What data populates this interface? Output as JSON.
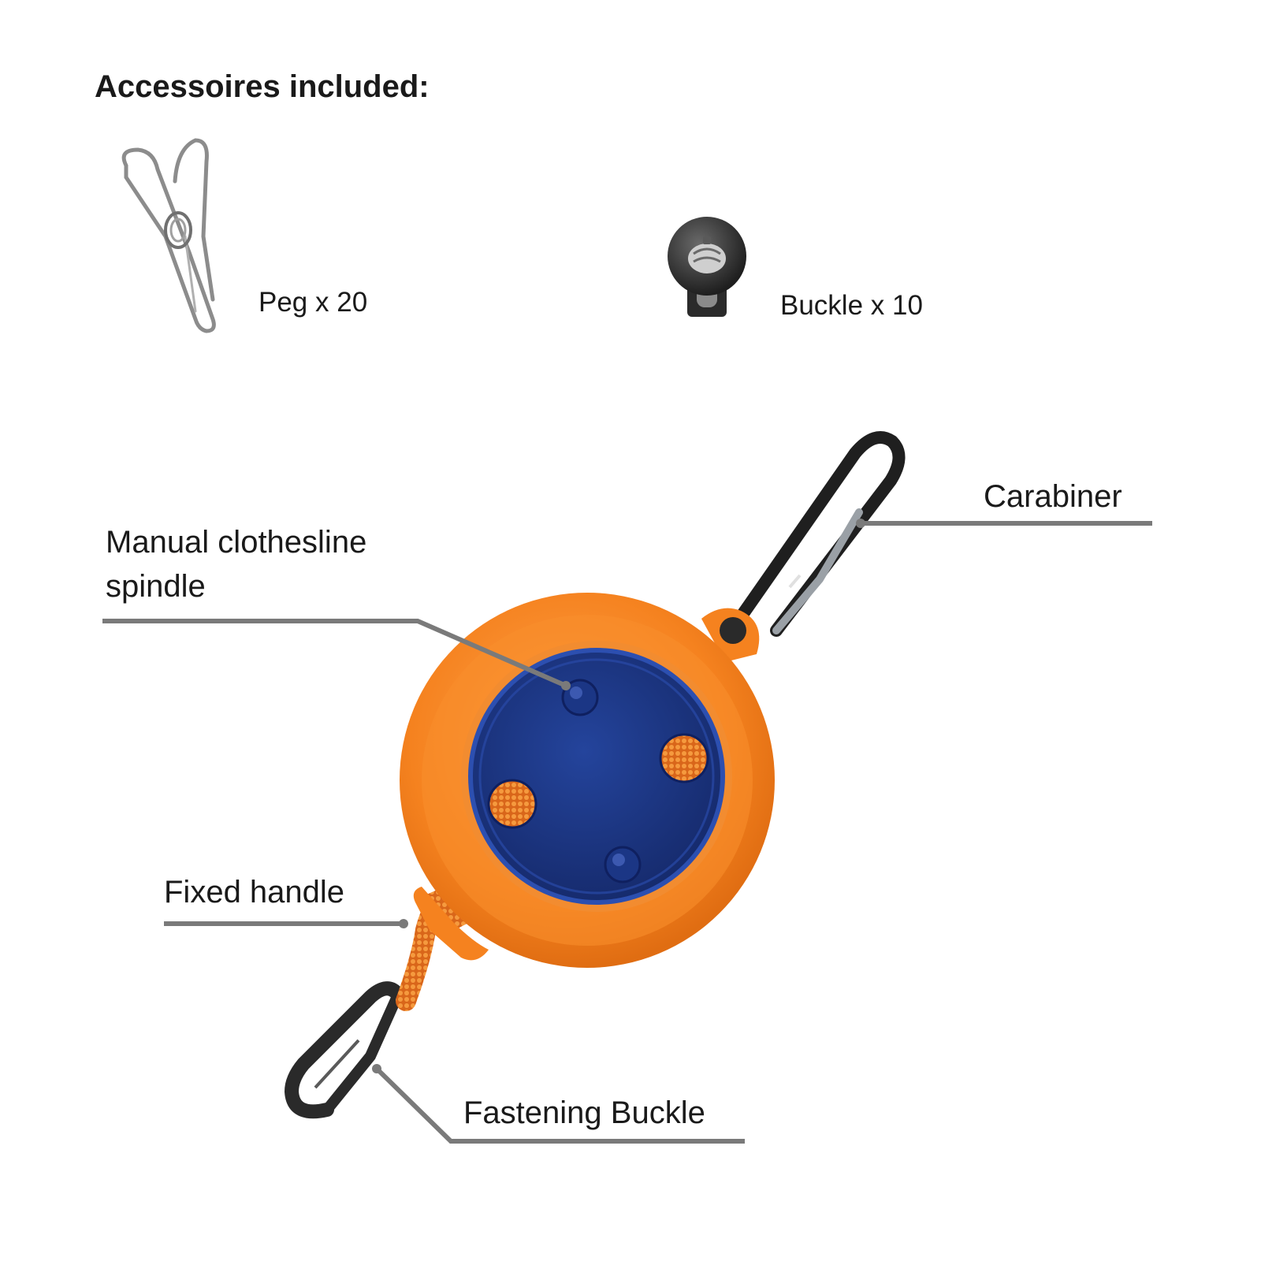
{
  "heading": "Accessoires included:",
  "accessories": [
    {
      "label": "Peg x 20",
      "icon": "peg-icon"
    },
    {
      "label": "Buckle x 10",
      "icon": "cord-lock-buckle-icon"
    }
  ],
  "callouts": {
    "carabiner": "Carabiner",
    "spindle": "Manual clothesline\nspindle",
    "fixed_handle": "Fixed handle",
    "fastening_buckle": "Fastening Buckle"
  },
  "colors": {
    "body_orange": "#f5821f",
    "spindle_navy": "#1f3a8a",
    "rope_orange": "#e8731a",
    "leader_gray": "#7a7a7a",
    "clip_black": "#2a2a2a"
  }
}
